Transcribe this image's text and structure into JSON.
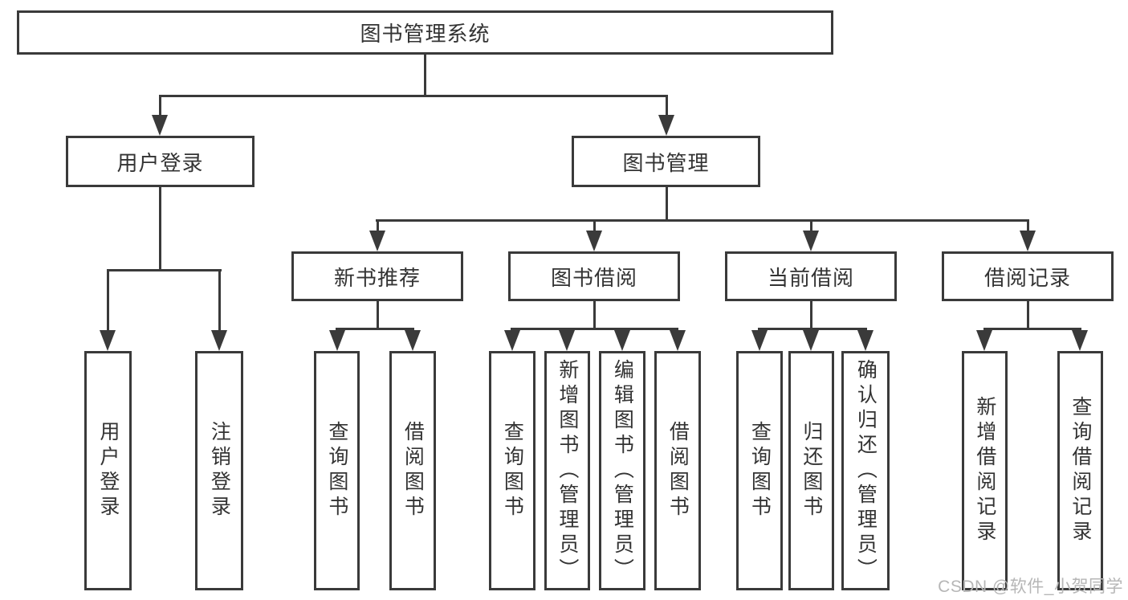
{
  "diagram_title": "图书管理系统",
  "colors": {
    "line": "#3a3a3a",
    "text": "#333333",
    "background": "#ffffff",
    "watermark": "#b6b6b6"
  },
  "nodes": {
    "root": "图书管理系统",
    "user_login": "用户登录",
    "book_management": "图书管理",
    "new_book_recommend": "新书推荐",
    "book_borrowing": "图书借阅",
    "current_borrowing": "当前借阅",
    "borrowing_records": "借阅记录",
    "leaf_user_login": "用户登录",
    "leaf_logout": "注销登录",
    "leaf_nb_query_book": "查询图书",
    "leaf_nb_borrow_book": "借阅图书",
    "leaf_bb_query_book": "查询图书",
    "leaf_bb_add_book": "新增图书（管理员）",
    "leaf_bb_edit_book": "编辑图书（管理员）",
    "leaf_bb_borrow_book": "借阅图书",
    "leaf_cb_query_book": "查询图书",
    "leaf_cb_return_book": "归还图书",
    "leaf_cb_confirm_return": "确认归还（管理员）",
    "leaf_br_add_record": "新增借阅记录",
    "leaf_br_query_record": "查询借阅记录"
  },
  "hierarchy": {
    "图书管理系统": {
      "用户登录": [
        "用户登录",
        "注销登录"
      ],
      "图书管理": {
        "新书推荐": [
          "查询图书",
          "借阅图书"
        ],
        "图书借阅": [
          "查询图书",
          "新增图书（管理员）",
          "编辑图书（管理员）",
          "借阅图书"
        ],
        "当前借阅": [
          "查询图书",
          "归还图书",
          "确认归还（管理员）"
        ],
        "借阅记录": [
          "新增借阅记录",
          "查询借阅记录"
        ]
      }
    }
  },
  "watermark": "CSDN @软件_小贺同学"
}
